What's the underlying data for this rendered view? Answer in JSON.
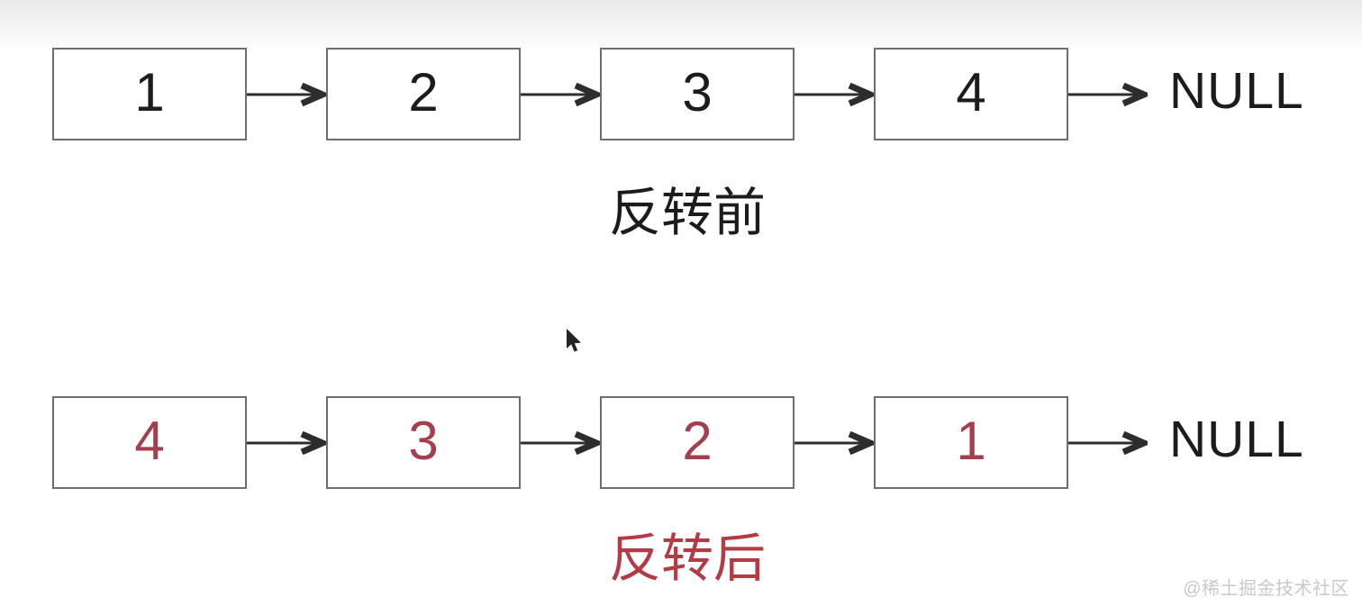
{
  "diagram": {
    "title": "linked-list-reversal",
    "before": {
      "label": "反转前",
      "nodes": [
        "1",
        "2",
        "3",
        "4"
      ],
      "terminal": "NULL"
    },
    "after": {
      "label": "反转后",
      "nodes": [
        "4",
        "3",
        "2",
        "1"
      ],
      "terminal": "NULL"
    }
  },
  "watermark": "@稀土掘金技术社区",
  "cursor_icon": "mouse-arrow-pointer",
  "colors": {
    "bg-top": "#e9e9e9",
    "bg-bottom": "#ffffff",
    "box-border": "#6e6e6e",
    "arrow": "#2d2d2d",
    "text-black": "#1c1c1c",
    "text-red": "#a43f4d",
    "label-red": "#b23b45",
    "watermark-gray": "#c9c9c9",
    "cursor-black": "#111111"
  }
}
